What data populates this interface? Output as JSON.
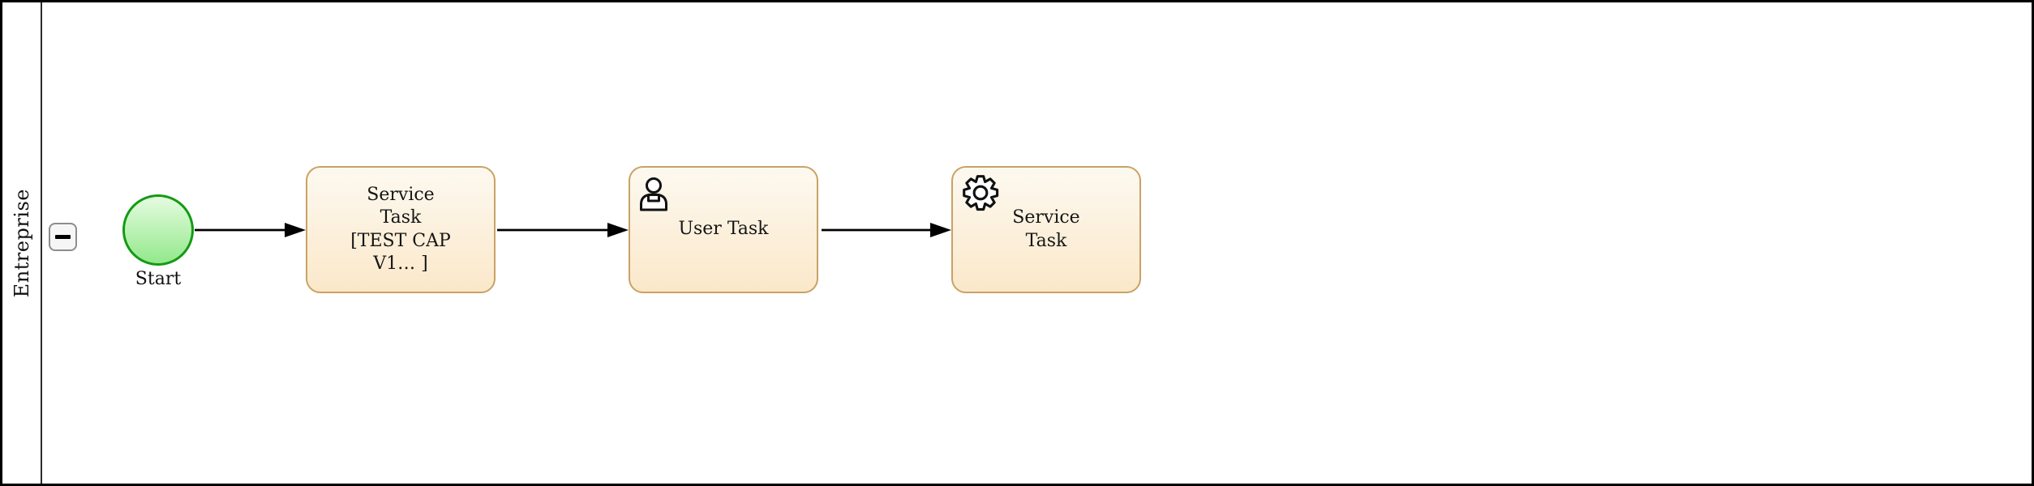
{
  "pool": {
    "lane_label": "Entreprise",
    "collapse_button_glyph": "−"
  },
  "start_event": {
    "label": "Start"
  },
  "tasks": [
    {
      "id": "task-1",
      "kind": "task",
      "label": "Service\nTask\n[TEST CAP\nV1… ]",
      "icon": null
    },
    {
      "id": "task-2",
      "kind": "user-task",
      "label": "User Task",
      "icon": "user-icon"
    },
    {
      "id": "task-3",
      "kind": "service-task",
      "label": "Service\nTask",
      "icon": "gear-icon"
    }
  ],
  "sequence_flows": [
    {
      "from": "start-event",
      "to": "task-1"
    },
    {
      "from": "task-1",
      "to": "task-2"
    },
    {
      "from": "task-2",
      "to": "task-3"
    }
  ],
  "colors": {
    "background": "#ffffff",
    "lane_border": "#000000",
    "task_border": "#c9a265",
    "task_fill_top": "#fdf9f0",
    "task_fill_bottom": "#fbe8ca",
    "event_border": "#149a14",
    "event_fill_top": "#e5fbe0",
    "event_fill_bottom": "#93e98b",
    "flow_color": "#000000"
  }
}
